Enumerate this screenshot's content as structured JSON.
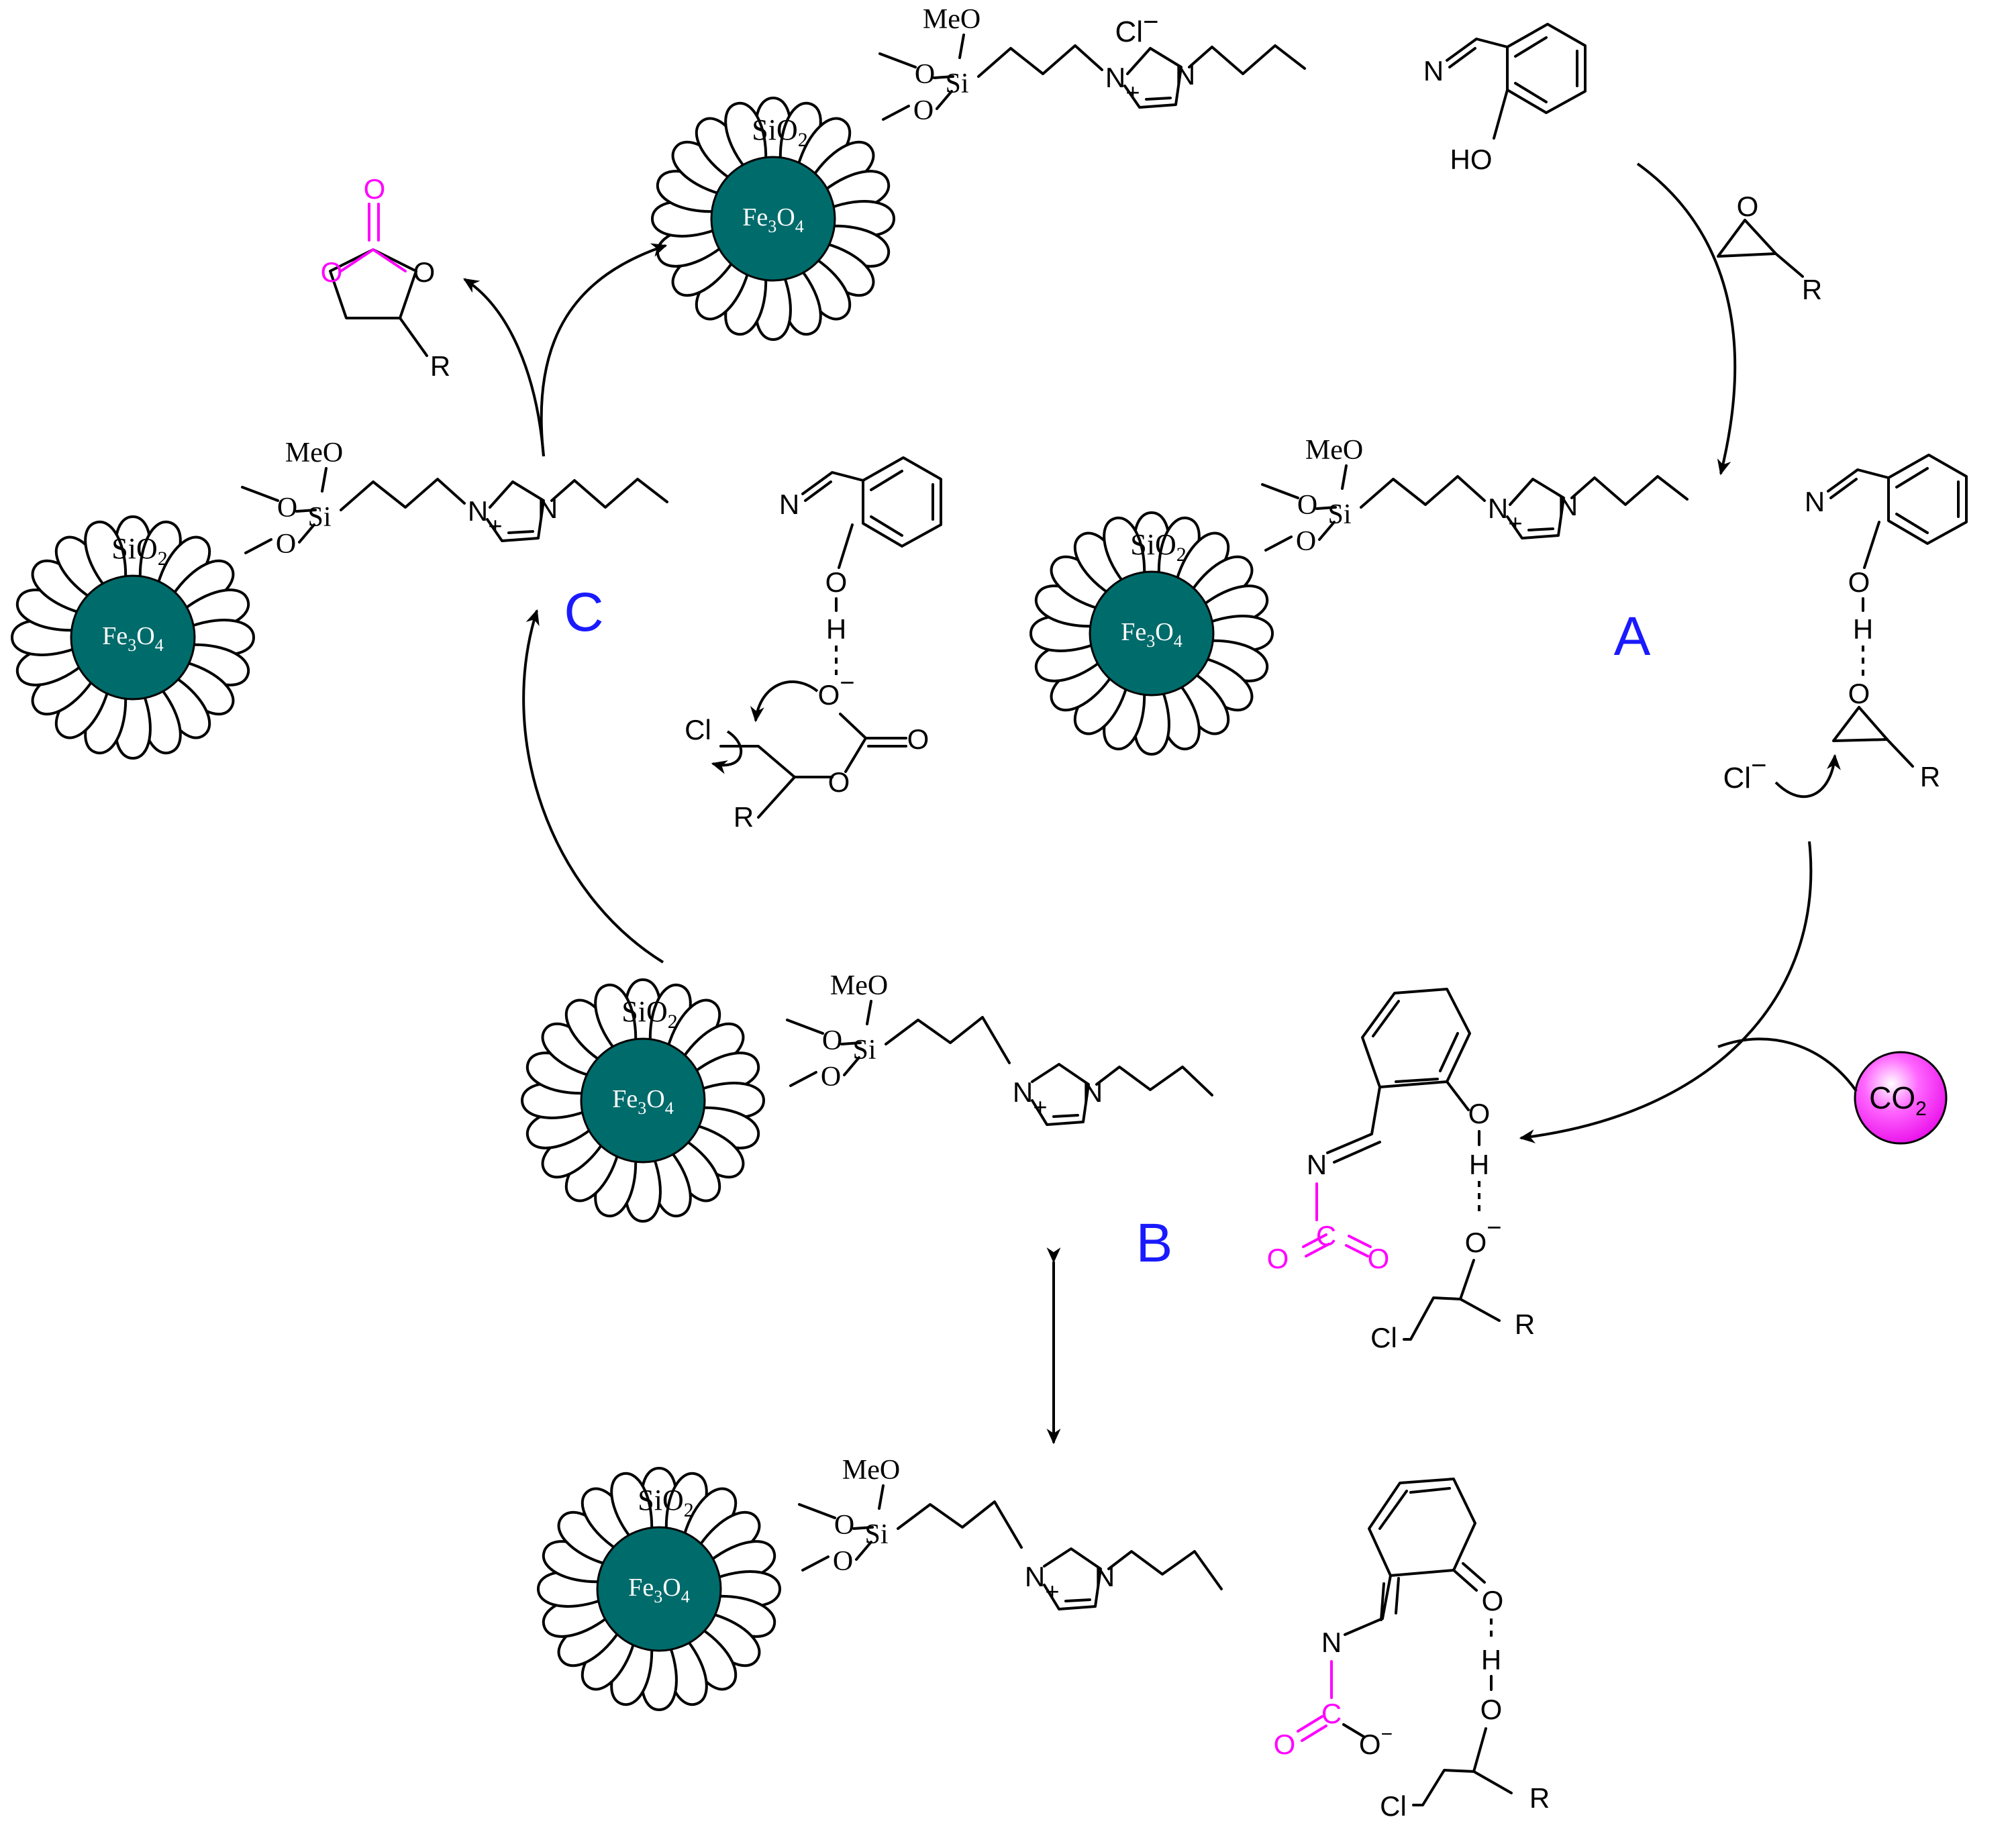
{
  "labels": {
    "A": "A",
    "B": "B",
    "C": "C"
  },
  "colors": {
    "core": "#006b6b",
    "label": "#1a1aff",
    "co2_group": "#ff00ff",
    "co2_sphere": "#ff33ff"
  },
  "atoms": {
    "meo": "MeO",
    "si": "Si",
    "o": "O",
    "n": "N",
    "r": "R",
    "cl": "Cl",
    "h": "H",
    "c": "C",
    "ho": "HO",
    "plus": "+",
    "minus": "−"
  },
  "particle": {
    "core_main": "Fe",
    "core_sub1": "3",
    "core_mid": "O",
    "core_sub2": "4",
    "shell_main": "SiO",
    "shell_sub": "2"
  },
  "reagents": {
    "co2_main": "CO",
    "co2_sub": "2",
    "chloride": "Cl"
  }
}
